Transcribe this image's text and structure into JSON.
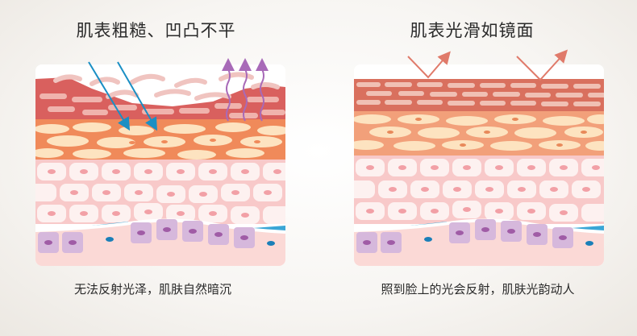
{
  "left_panel": {
    "title": "肌表粗糙、凹凸不平",
    "caption": "无法反射光泽，肌肤自然暗沉",
    "illustration": "rough-skin-cross-section",
    "arrows": {
      "incoming_light_color": "#1a8fc4",
      "evaporation_color": "#a86ab8"
    }
  },
  "right_panel": {
    "title": "肌表光滑如镜面",
    "caption": "照到脸上的光会反射，肌肤光韵动人",
    "illustration": "smooth-skin-cross-section",
    "arrows": {
      "reflected_light_color": "#e07a6a"
    }
  },
  "colors": {
    "stratum_corneum": "#d9605e",
    "corneum_cell": "#f0b3ad",
    "granular_layer": "#f08a5a",
    "granular_cell": "#fde3c0",
    "spinous_bg": "#f8c9c9",
    "spinous_cell": "#fdf1f0",
    "nucleus": "#f2a0a6",
    "basal_cell": "#d6b8dc",
    "basal_nucleus": "#a05ca6",
    "melanocyte": "#3aa6d6",
    "dermis": "#fbd9d6"
  }
}
